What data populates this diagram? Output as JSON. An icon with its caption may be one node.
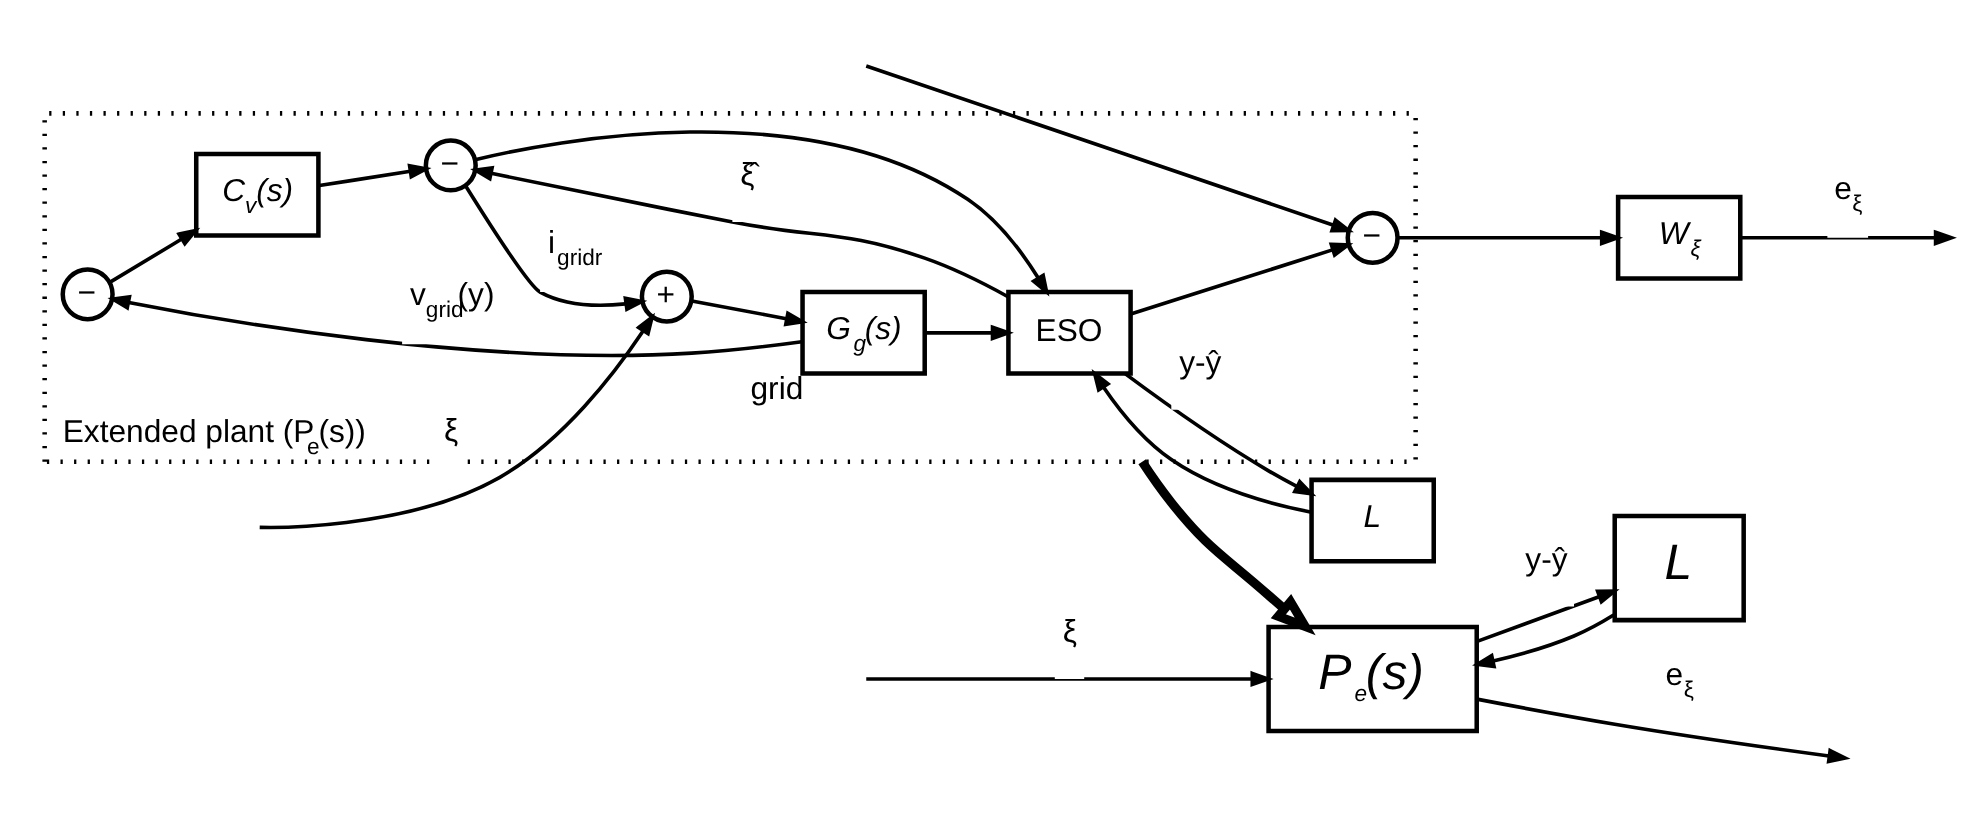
{
  "diagram": {
    "nodes": [
      {
        "text": [
          "Extended plant (P$_{e}$(s))"
        ]
      },
      {
        "text": [
          "W$_{ξ}$"
        ]
      },
      {
        "text": [
          "−"
        ],
        "in": 0
      },
      {
        "text": [
          "C$_{v}$(s)"
        ],
        "in": 0
      },
      {
        "text": [
          "−"
        ],
        "in": 0
      },
      {
        "text": [
          "−"
        ],
        "in": 0
      },
      {
        "text": [
          "+"
        ],
        "in": 0
      },
      {
        "text": [
          "G$_{g}$(s)"
        ],
        "beside": [
          "grid"
        ],
        "in": 0
      },
      {
        "text": [
          "ESO"
        ],
        "in": 0
      },
      {
        "text": [
          "L"
        ]
      },
      {
        "text": [
          "P$_{e}$(s)"
        ]
      },
      {
        "text": [
          "L"
        ]
      }
    ],
    "edges": [
      {
        "from": null,
        "to": 6,
        "arrow": "to",
        "label": "ξ"
      },
      {
        "from": null,
        "to": 5,
        "arrow": "to"
      },
      {
        "from": 5,
        "to": 1,
        "arrow": "to"
      },
      {
        "from": 1,
        "to": null,
        "arrow": "to",
        "label": "e$_{ξ}$"
      },
      {
        "from": 2,
        "to": 3,
        "arrow": "to"
      },
      {
        "from": 3,
        "to": 4,
        "arrow": "to"
      },
      {
        "from": 4,
        "to": 6,
        "arrow": "to",
        "label": "i$_{gridr}$"
      },
      {
        "from": 4,
        "to": 8,
        "arrow": "to"
      },
      {
        "from": 6,
        "to": 7,
        "arrow": "to"
      },
      {
        "from": 7,
        "to": 8,
        "arrow": "to"
      },
      {
        "from": 7,
        "to": 2,
        "arrow": "to",
        "label": "v$_{grid}$(y)"
      },
      {
        "from": 8,
        "to": 4,
        "arrow": "to",
        "label": "ξ̂"
      },
      {
        "from": 8,
        "to": 5,
        "arrow": "to"
      },
      {
        "from": 8,
        "to": 9,
        "arrow": "to",
        "label": "y-ŷ"
      },
      {
        "from": 9,
        "to": 8,
        "arrow": "to"
      },
      {
        "from": 0,
        "to": 10,
        "arrow": "to",
        "style": "thick"
      },
      {
        "from": null,
        "to": 10,
        "arrow": "to",
        "label": "ξ"
      },
      {
        "from": 10,
        "to": null,
        "arrow": "to",
        "label": "e$_{ξ}$"
      },
      {
        "from": 10,
        "to": 11,
        "arrow": "to",
        "label": "y-ŷ"
      },
      {
        "from": 11,
        "to": 10,
        "arrow": "to"
      }
    ]
  }
}
